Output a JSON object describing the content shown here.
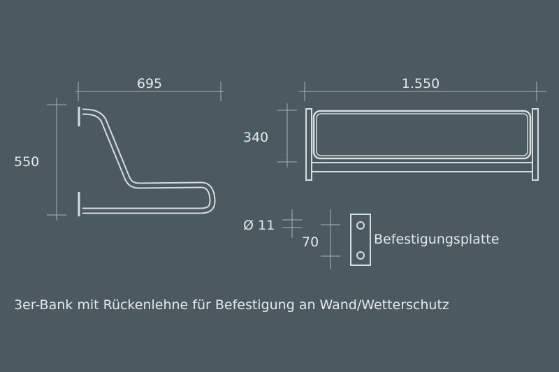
{
  "side_view": {
    "width_dimension": "695",
    "height_dimension": "550"
  },
  "front_view": {
    "width_dimension": "1.550",
    "height_dimension": "340"
  },
  "mounting_plate": {
    "hole_diameter": "Ø 11",
    "hole_spacing": "70",
    "label": "Befestigungsplatte"
  },
  "caption": "3er-Bank mit Rückenlehne für Befestigung an Wand/Wetterschutz",
  "colors": {
    "background": "#4b5961",
    "line": "#d7dcdf",
    "dimension_line": "#aab4b9",
    "text": "#e4e8ea"
  }
}
